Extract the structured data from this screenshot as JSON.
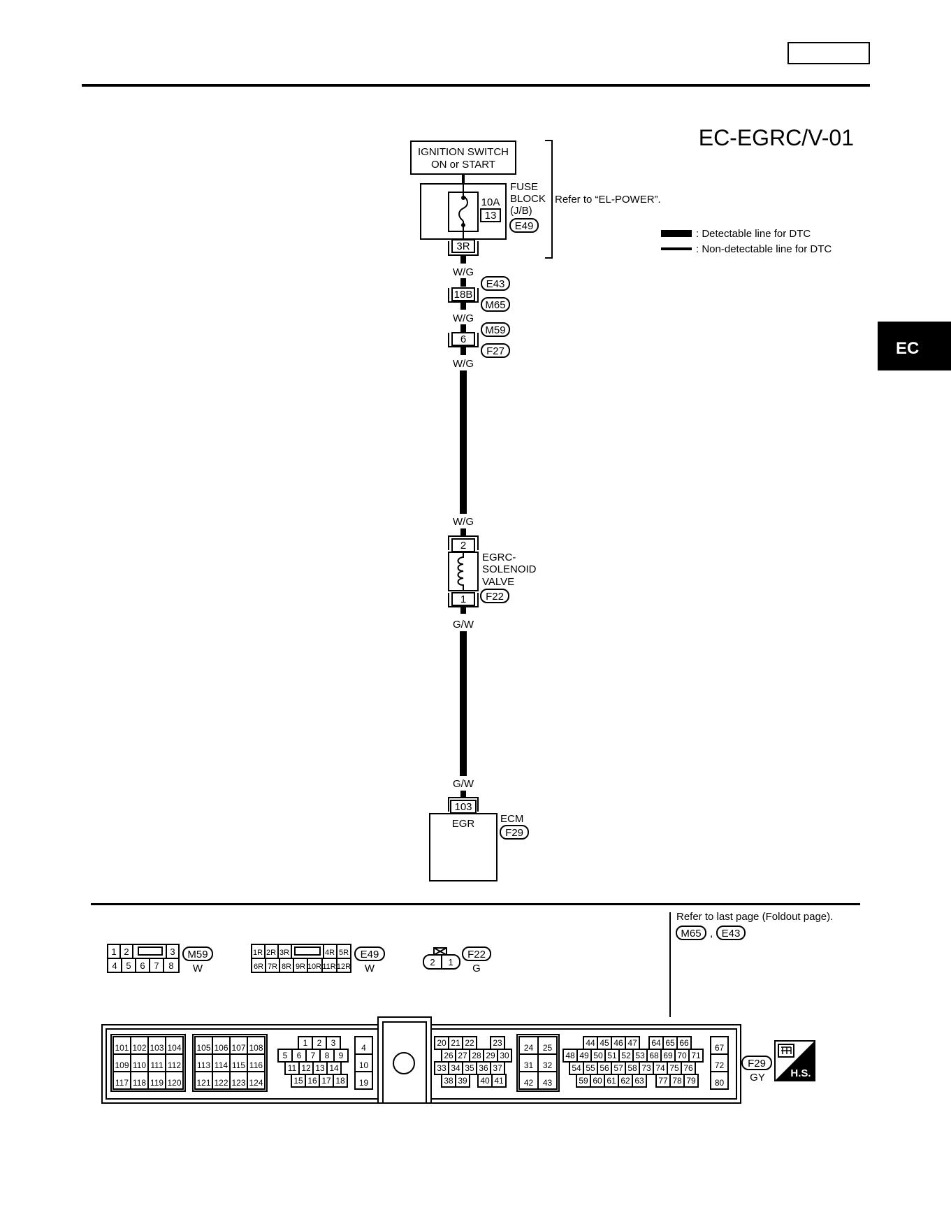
{
  "header": {
    "page_box": "",
    "code": "EC-EGRC/V-01",
    "side_tab": "EC"
  },
  "legend": {
    "detectable": ": Detectable line for DTC",
    "non_detectable": ": Non-detectable line for DTC"
  },
  "power": {
    "ignition_line1": "IGNITION SWITCH",
    "ignition_line2": "ON or START"
  },
  "fuse": {
    "amp": "10A",
    "number": "13",
    "label_line1": "FUSE",
    "label_line2": "BLOCK",
    "label_line3": "(J/B)",
    "connector": "E49",
    "refer": "Refer to “EL-POWER”.",
    "terminal": "3R"
  },
  "wires": {
    "w1": "W/G",
    "w2": "W/G",
    "w3": "W/G",
    "w4": "W/G",
    "w5": "G/W",
    "w6": "G/W"
  },
  "junction1": {
    "terminal": "18B",
    "conn_top": "E43",
    "conn_bottom": "M65"
  },
  "junction2": {
    "terminal": "6",
    "conn_top": "M59",
    "conn_bottom": "F27"
  },
  "solenoid": {
    "pin_top": "2",
    "pin_bottom": "1",
    "label_line1": "EGRC-",
    "label_line2": "SOLENOID",
    "label_line3": "VALVE",
    "connector": "F22"
  },
  "ecm": {
    "terminal": "103",
    "signal": "EGR",
    "label": "ECM",
    "connector": "F29"
  },
  "connector_views": {
    "refer_note": "Refer to last page (Foldout page).",
    "refer_conn1": "M65",
    "refer_sep": ",",
    "refer_conn2": "E43",
    "m59": {
      "name": "M59",
      "color": "W",
      "top": [
        "1",
        "2",
        "3"
      ],
      "bottom": [
        "4",
        "5",
        "6",
        "7",
        "8"
      ]
    },
    "e49": {
      "name": "E49",
      "color": "W",
      "top": [
        "1R",
        "2R",
        "3R",
        "4R",
        "5R"
      ],
      "bottom": [
        "6R",
        "7R",
        "8R",
        "9R",
        "10R",
        "11R",
        "12R"
      ]
    },
    "f22": {
      "name": "F22",
      "color": "G",
      "pins": [
        "2",
        "1"
      ]
    },
    "f29": {
      "name": "F29",
      "color": "GY",
      "badge": "H.S.",
      "g1": [
        [
          "101",
          "102",
          "103",
          "104"
        ],
        [
          "109",
          "110",
          "111",
          "112"
        ],
        [
          "117",
          "118",
          "119",
          "120"
        ]
      ],
      "g2": [
        [
          "105",
          "106",
          "107",
          "108"
        ],
        [
          "113",
          "114",
          "115",
          "116"
        ],
        [
          "121",
          "122",
          "123",
          "124"
        ]
      ],
      "g3r1": [
        "1",
        "2",
        "3"
      ],
      "g3r2": [
        "5",
        "6",
        "7",
        "8",
        "9"
      ],
      "g3r3": [
        "11",
        "12",
        "13",
        "14"
      ],
      "g3r4": [
        "15",
        "16",
        "17",
        "18"
      ],
      "g4": [
        "4",
        "10",
        "19"
      ],
      "g5r1": [
        "20",
        "21",
        "22",
        "23"
      ],
      "g5r2": [
        "26",
        "27",
        "28",
        "29",
        "30"
      ],
      "g5r3": [
        "33",
        "34",
        "35",
        "36",
        "37"
      ],
      "g5r4": [
        "38",
        "39",
        "40",
        "41"
      ],
      "g6": [
        [
          "24",
          "25"
        ],
        [
          "31",
          "32"
        ],
        [
          "42",
          "43"
        ]
      ],
      "g7r1": [
        "44",
        "45",
        "46",
        "47",
        "64",
        "65",
        "66"
      ],
      "g7r2": [
        "48",
        "49",
        "50",
        "51",
        "52",
        "53",
        "68",
        "69",
        "70",
        "71"
      ],
      "g7r3": [
        "54",
        "55",
        "56",
        "57",
        "58",
        "73",
        "74",
        "75",
        "76"
      ],
      "g7r4": [
        "59",
        "60",
        "61",
        "62",
        "63",
        "77",
        "78",
        "79"
      ],
      "g8": [
        "67",
        "72",
        "80"
      ]
    }
  }
}
